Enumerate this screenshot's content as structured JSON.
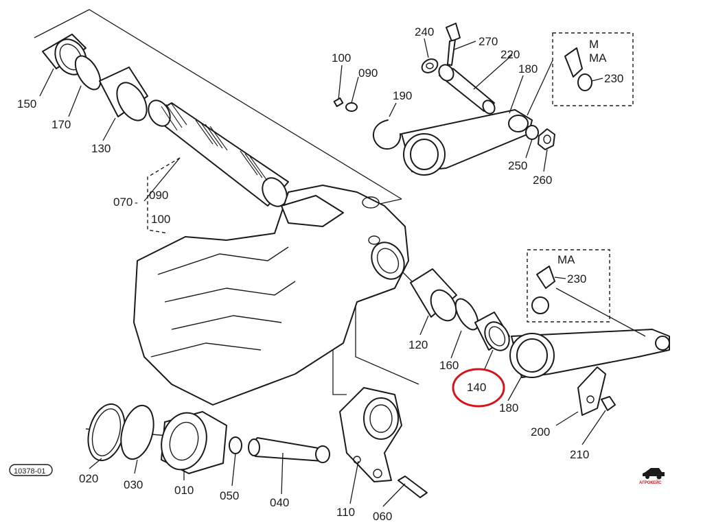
{
  "parts": {
    "p150": "150",
    "p170": "170",
    "p130": "130",
    "p070": "070",
    "p090a": "090",
    "p100a": "100",
    "p100b": "100",
    "p090b": "090",
    "p190": "190",
    "p240": "240",
    "p270": "270",
    "p220": "220",
    "p180a": "180",
    "p250": "250",
    "p260": "260",
    "p230a": "230",
    "p120": "120",
    "p160": "160",
    "p140": "140",
    "p180b": "180",
    "p230b": "230",
    "p200": "200",
    "p210": "210",
    "p020": "020",
    "p030": "030",
    "p010": "010",
    "p050": "050",
    "p040": "040",
    "p110": "110",
    "p060": "060"
  },
  "inset_top": {
    "line1": "M",
    "line2": "MA"
  },
  "inset_right": {
    "line1": "MA"
  },
  "drawing_code": "10378-01",
  "logo_text": "АГРОКЕЙС",
  "highlight": {
    "part": "140",
    "color": "#d6131b"
  }
}
